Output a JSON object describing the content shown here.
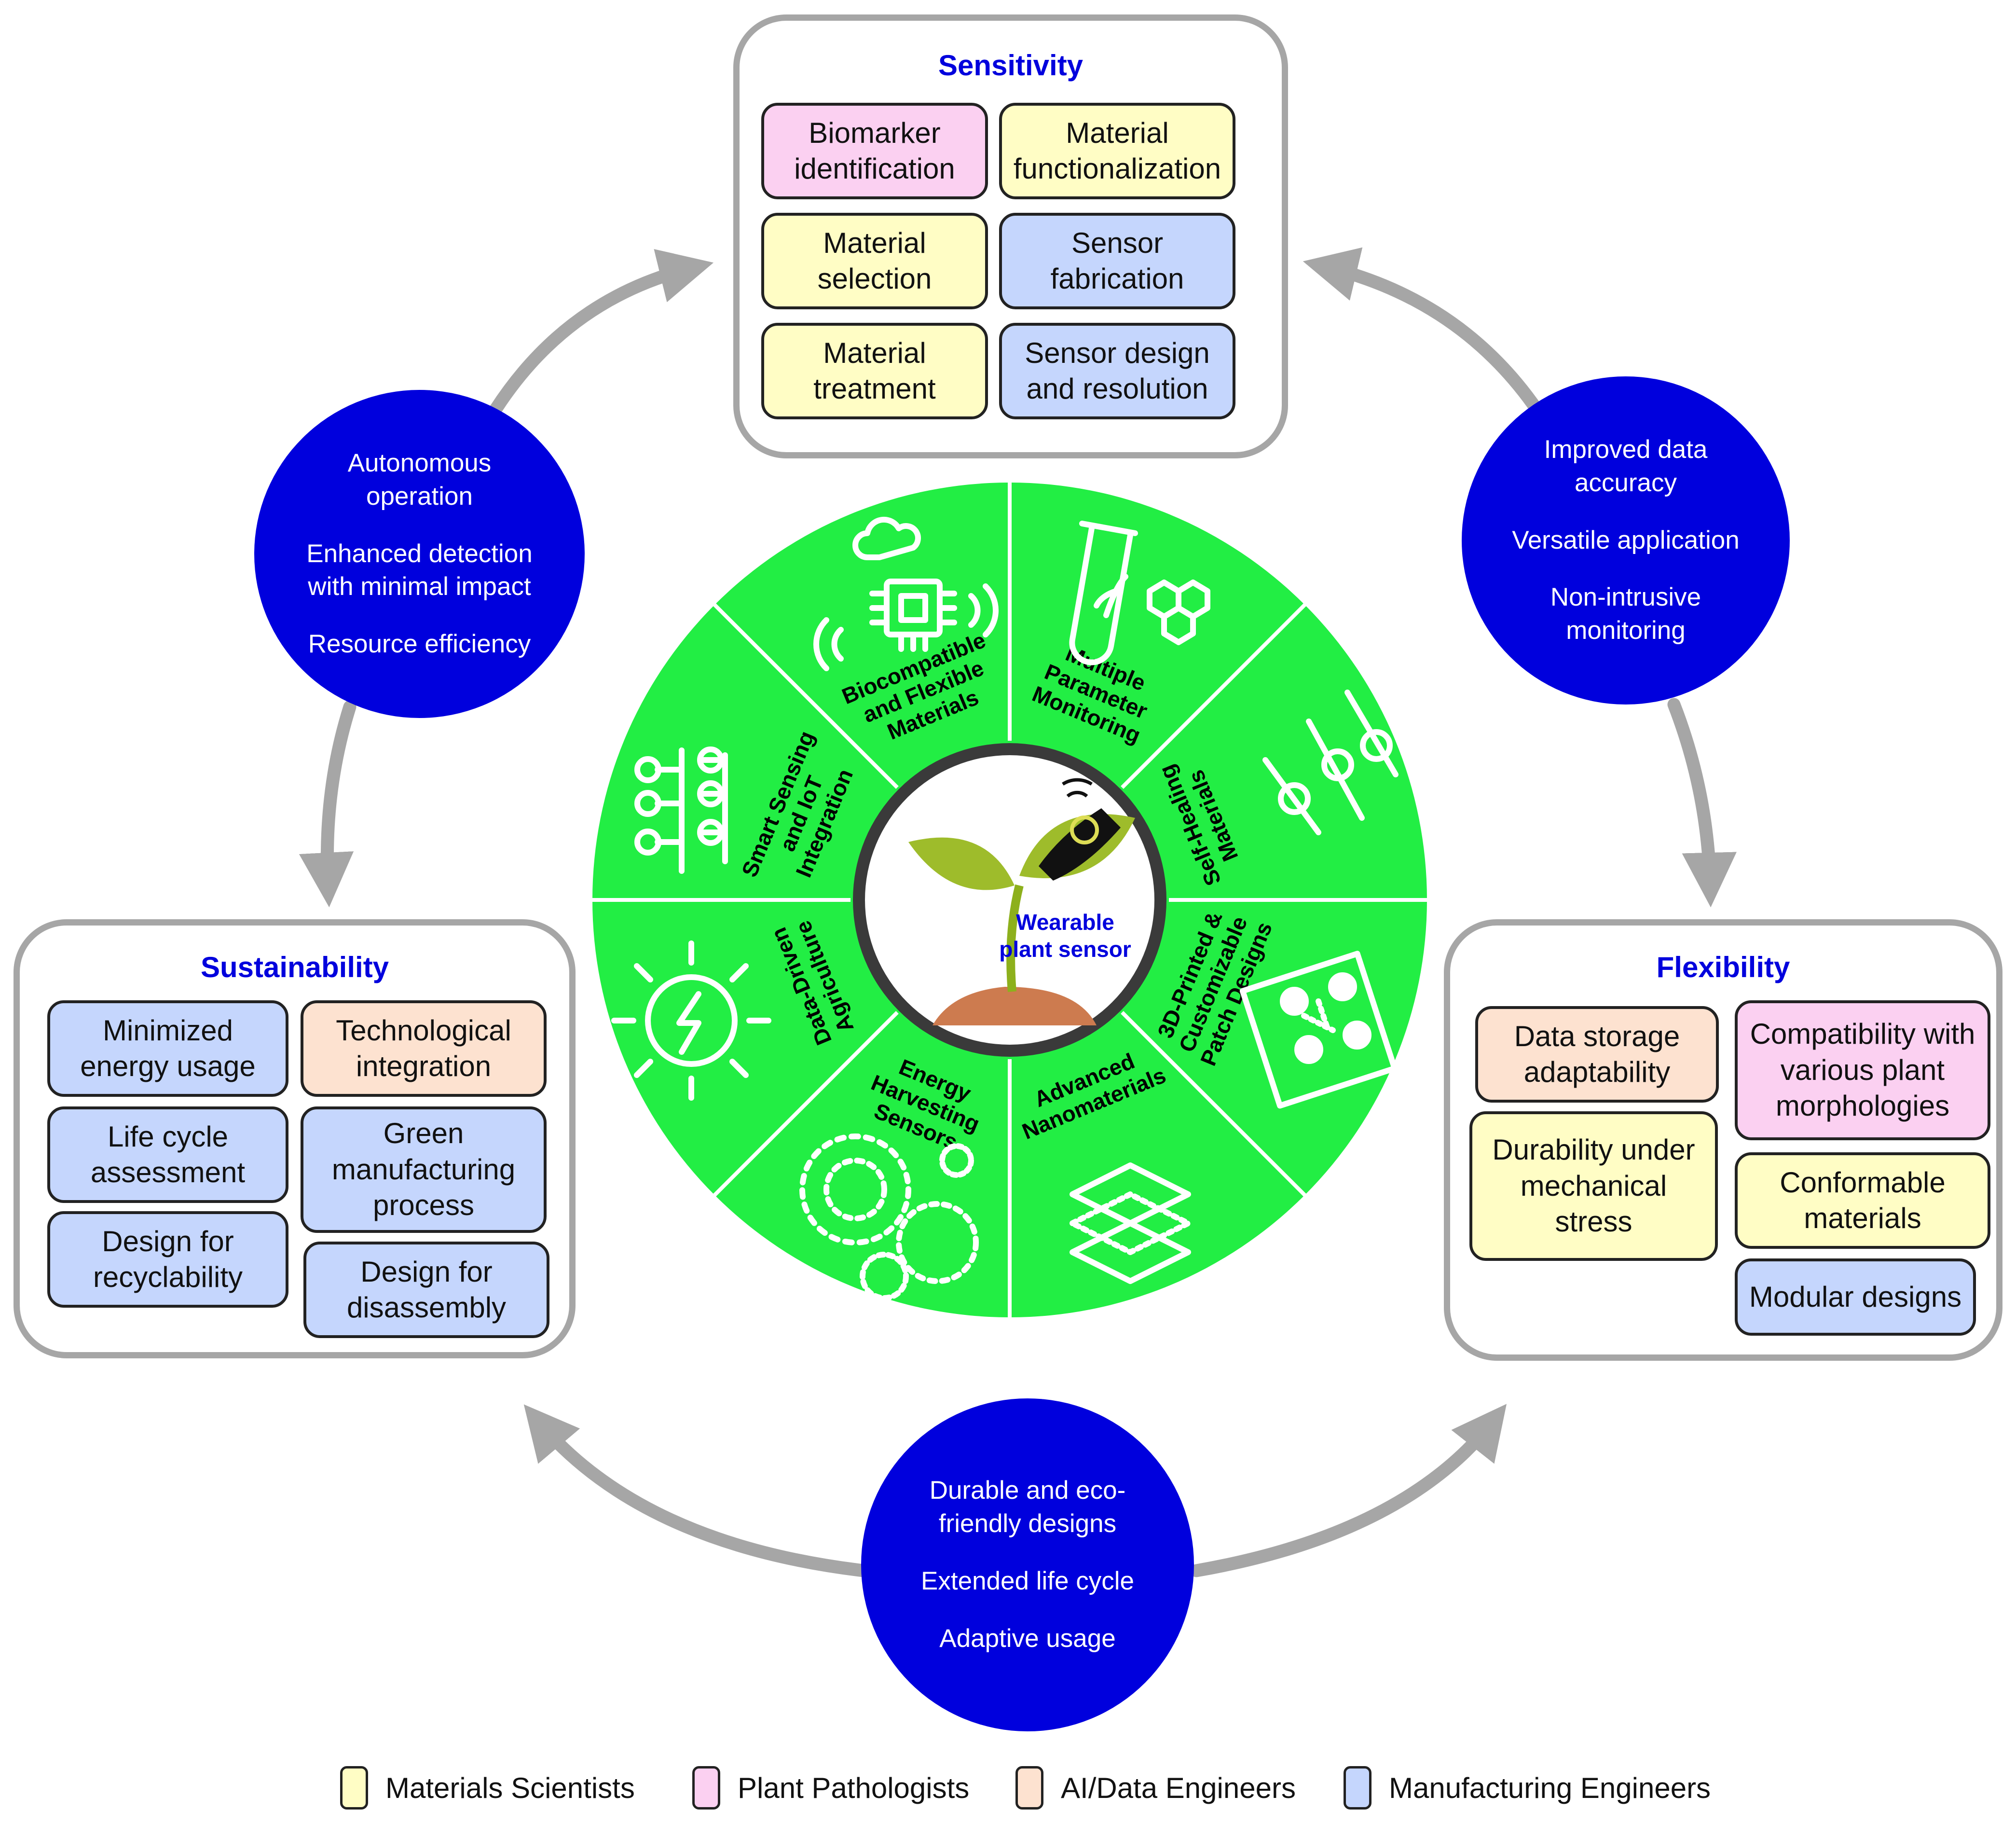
{
  "sensitivity": {
    "title": "Sensitivity",
    "items": [
      {
        "label": "Biomarker identification",
        "color": "#fbd0f1"
      },
      {
        "label": "Material functionalization",
        "color": "#fffdc5"
      },
      {
        "label": "Material selection",
        "color": "#fffdc5"
      },
      {
        "label": "Sensor fabrication",
        "color": "#c5d6fd"
      },
      {
        "label": "Material treatment",
        "color": "#fffdc5"
      },
      {
        "label": "Sensor design and resolution",
        "color": "#c5d6fd"
      }
    ]
  },
  "sustainability": {
    "title": "Sustainability",
    "items": [
      {
        "label": "Minimized energy usage",
        "color": "#c5d6fd"
      },
      {
        "label": "Technological integration",
        "color": "#fde2d0"
      },
      {
        "label": "Life cycle assessment",
        "color": "#c5d6fd"
      },
      {
        "label": "Green manufacturing process",
        "color": "#c5d6fd"
      },
      {
        "label": "Design for recyclability",
        "color": "#c5d6fd"
      },
      {
        "label": "Design for disassembly",
        "color": "#c5d6fd"
      }
    ]
  },
  "flexibility": {
    "title": "Flexibility",
    "items": [
      {
        "label": "Data storage adaptability",
        "color": "#fde2d0"
      },
      {
        "label": "Compatibility with various plant morphologies",
        "color": "#fbd0f1"
      },
      {
        "label": "Durability under mechanical stress",
        "color": "#fffdc5"
      },
      {
        "label": "Conformable materials",
        "color": "#fffdc5"
      },
      {
        "label": "Modular designs",
        "color": "#c5d6fd"
      }
    ]
  },
  "circles": {
    "left": [
      "Autonomous operation",
      "Enhanced detection with minimal impact",
      "Resource efficiency"
    ],
    "right": [
      "Improved data accuracy",
      "Versatile application",
      "Non-intrusive monitoring"
    ],
    "bottom": [
      "Durable and eco-friendly designs",
      "Extended life cycle",
      "Adaptive usage"
    ]
  },
  "wheel": {
    "center_label_1": "Wearable",
    "center_label_2": "plant sensor",
    "segments": [
      {
        "lines": [
          "Smart Sensing",
          "and IoT",
          "Integration"
        ],
        "icon": "iot-chip-icon"
      },
      {
        "lines": [
          "Biocompatible",
          "and Flexible",
          "Materials"
        ],
        "icon": "test-tube-icon"
      },
      {
        "lines": [
          "Multiple",
          "Parameter",
          "Monitoring"
        ],
        "icon": "sliders-icon"
      },
      {
        "lines": [
          "Self-Healing",
          "Materials"
        ],
        "icon": "self-healing-patch-icon"
      },
      {
        "lines": [
          "3D-Printed &",
          "Customizable",
          "Patch Designs"
        ],
        "icon": "layers-icon"
      },
      {
        "lines": [
          "Advanced",
          "Nanomaterials"
        ],
        "icon": "fullerene-icon"
      },
      {
        "lines": [
          "Energy",
          "Harvesting",
          "Sensors"
        ],
        "icon": "solar-energy-icon"
      },
      {
        "lines": [
          "Data-Driven",
          "Agriculture"
        ],
        "icon": "smart-plant-icon"
      }
    ]
  },
  "legend": [
    {
      "label": "Materials Scientists",
      "color": "#fffdc5"
    },
    {
      "label": "Plant Pathologists",
      "color": "#fbd0f1"
    },
    {
      "label": "AI/Data Engineers",
      "color": "#fde2d0"
    },
    {
      "label": "Manufacturing Engineers",
      "color": "#c5d6fd"
    }
  ],
  "colors": {
    "accent_blue": "#0000dd",
    "wheel_green": "#22ee44",
    "arrow_gray": "#a6a6a6"
  }
}
